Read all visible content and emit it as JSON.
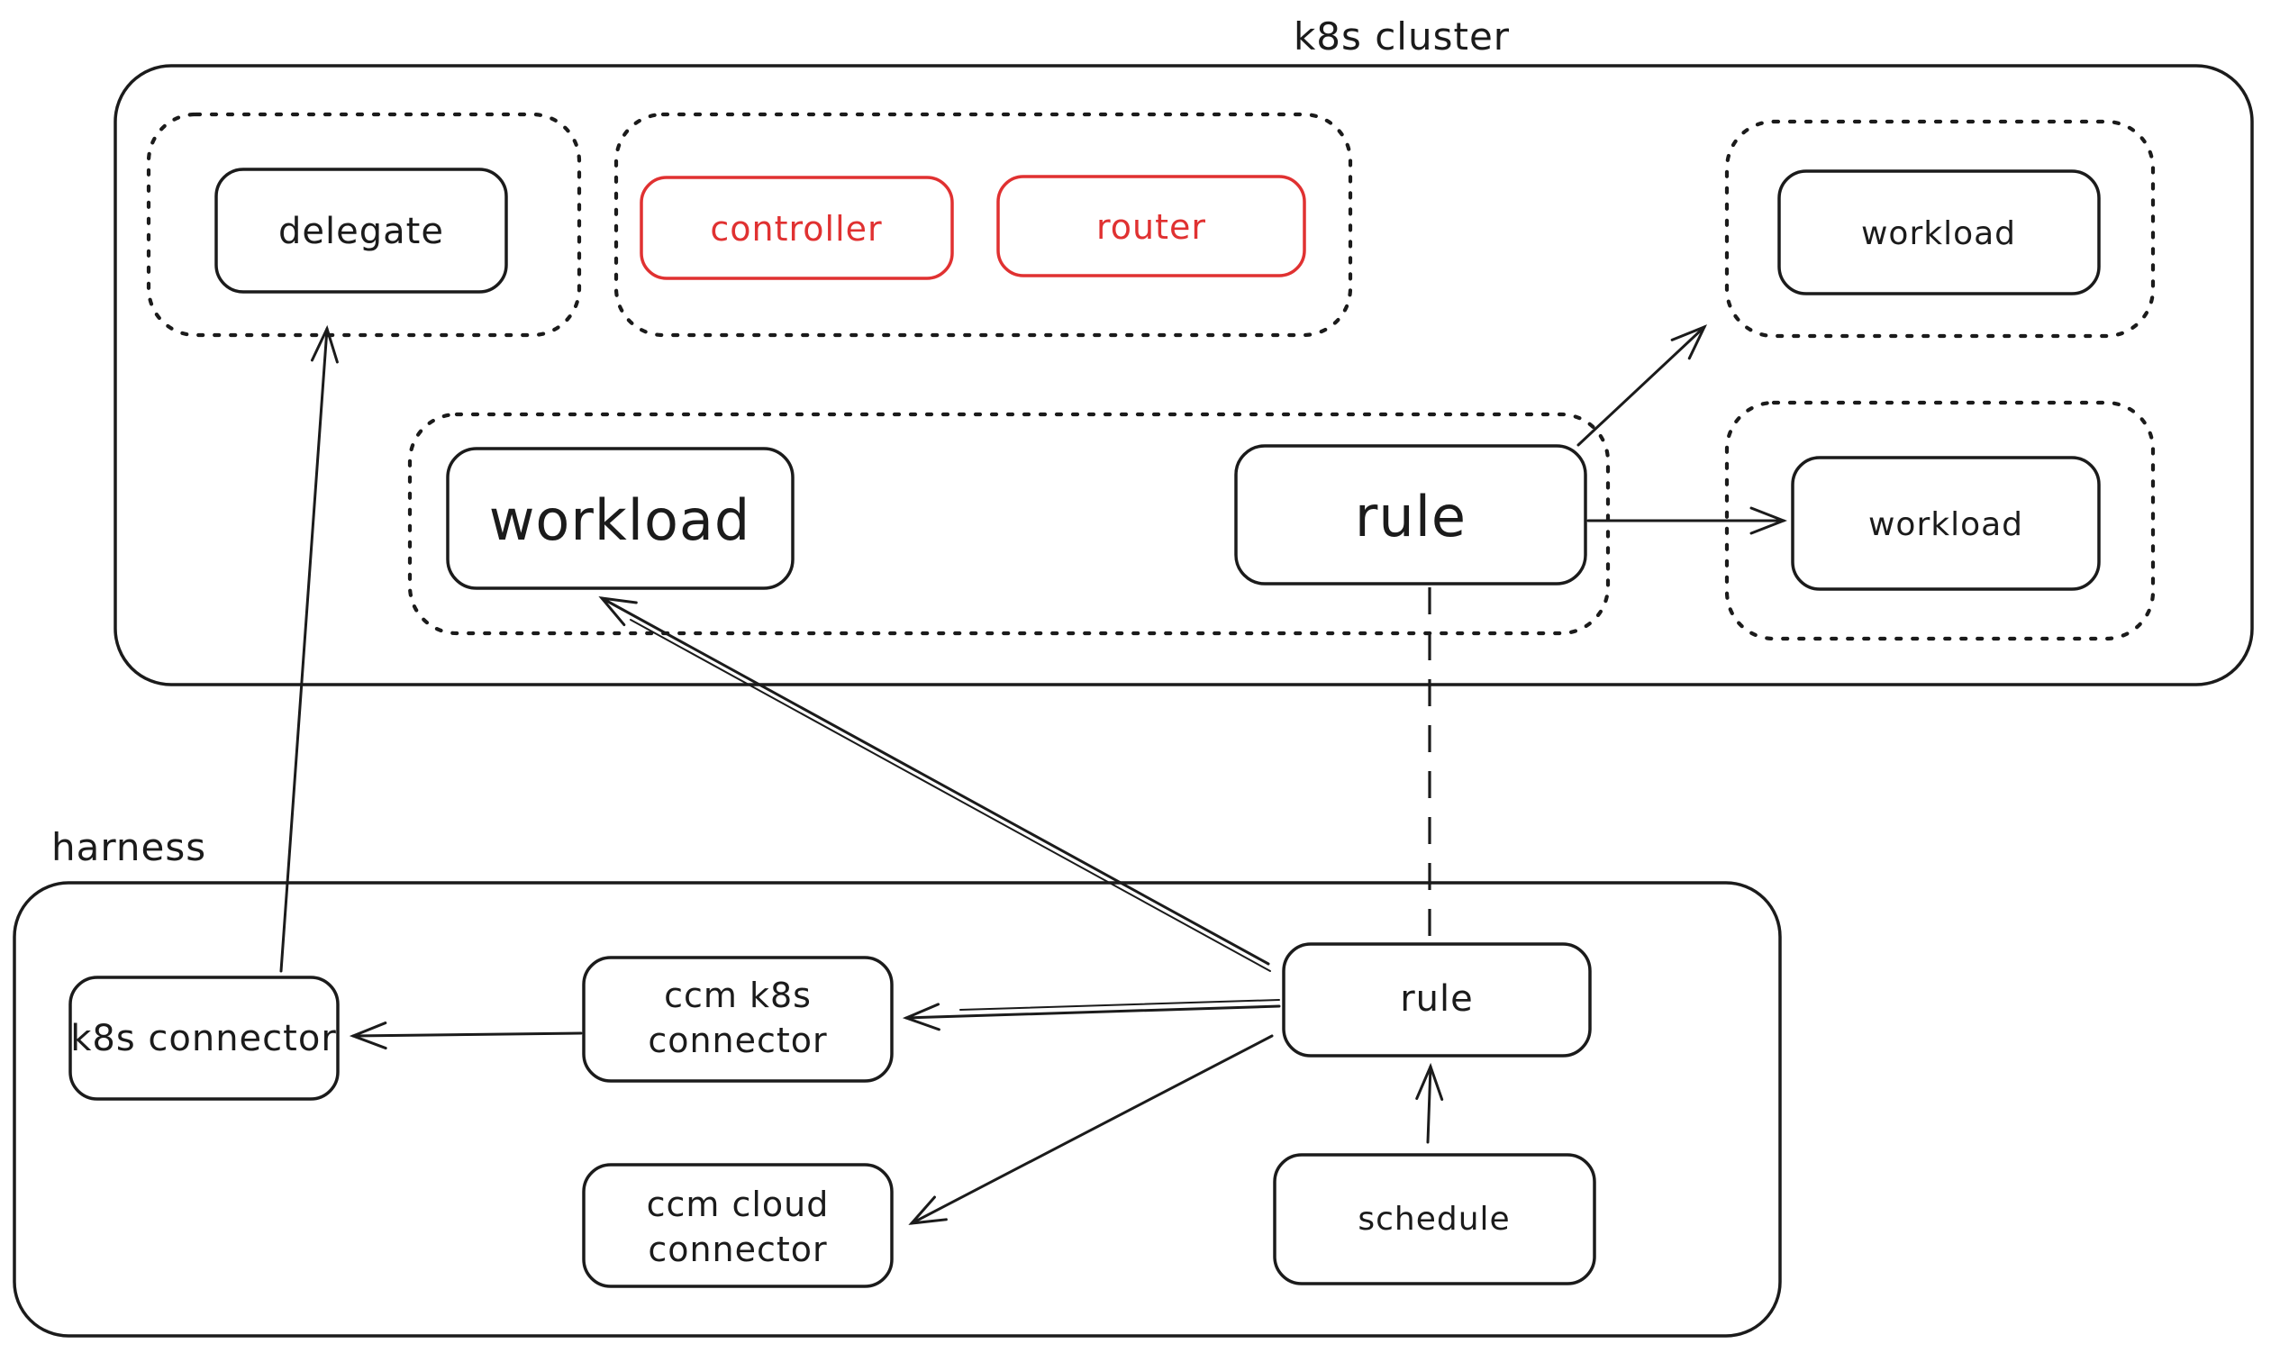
{
  "colors": {
    "ink": "#1b1b1b",
    "red": "#e03131",
    "background": "#ffffff"
  },
  "groups": {
    "k8s_cluster": {
      "label": "k8s cluster"
    },
    "harness": {
      "label": "harness"
    }
  },
  "nodes": {
    "delegate": {
      "label": "delegate"
    },
    "controller": {
      "label": "controller"
    },
    "router": {
      "label": "router"
    },
    "workload_main": {
      "label": "workload"
    },
    "rule_k8s": {
      "label": "rule"
    },
    "workload_top_right": {
      "label": "workload"
    },
    "workload_bottom_right": {
      "label": "workload"
    },
    "k8s_connector": {
      "label": "k8s connector"
    },
    "ccm_k8s_connector": {
      "line1": "ccm k8s",
      "line2": "connector"
    },
    "ccm_cloud_connector": {
      "line1": "ccm cloud",
      "line2": "connector"
    },
    "rule_harness": {
      "label": "rule"
    },
    "schedule": {
      "label": "schedule"
    }
  },
  "edges": [
    {
      "from": "k8s connector",
      "to": "delegate",
      "type": "arrow"
    },
    {
      "from": "rule (harness)",
      "to": "workload (k8s cluster)",
      "type": "arrow"
    },
    {
      "from": "rule (harness)",
      "to": "ccm k8s connector",
      "type": "arrow"
    },
    {
      "from": "rule (harness)",
      "to": "ccm cloud connector",
      "type": "arrow"
    },
    {
      "from": "ccm k8s connector",
      "to": "k8s connector",
      "type": "arrow"
    },
    {
      "from": "schedule",
      "to": "rule (harness)",
      "type": "arrow"
    },
    {
      "from": "rule (k8s cluster)",
      "to": "workload (right lower)",
      "type": "arrow"
    },
    {
      "from": "rule (k8s cluster)",
      "to": "workload (right upper)",
      "type": "arrow"
    },
    {
      "from": "rule (k8s cluster)",
      "to": "rule (harness)",
      "type": "dashed"
    }
  ]
}
